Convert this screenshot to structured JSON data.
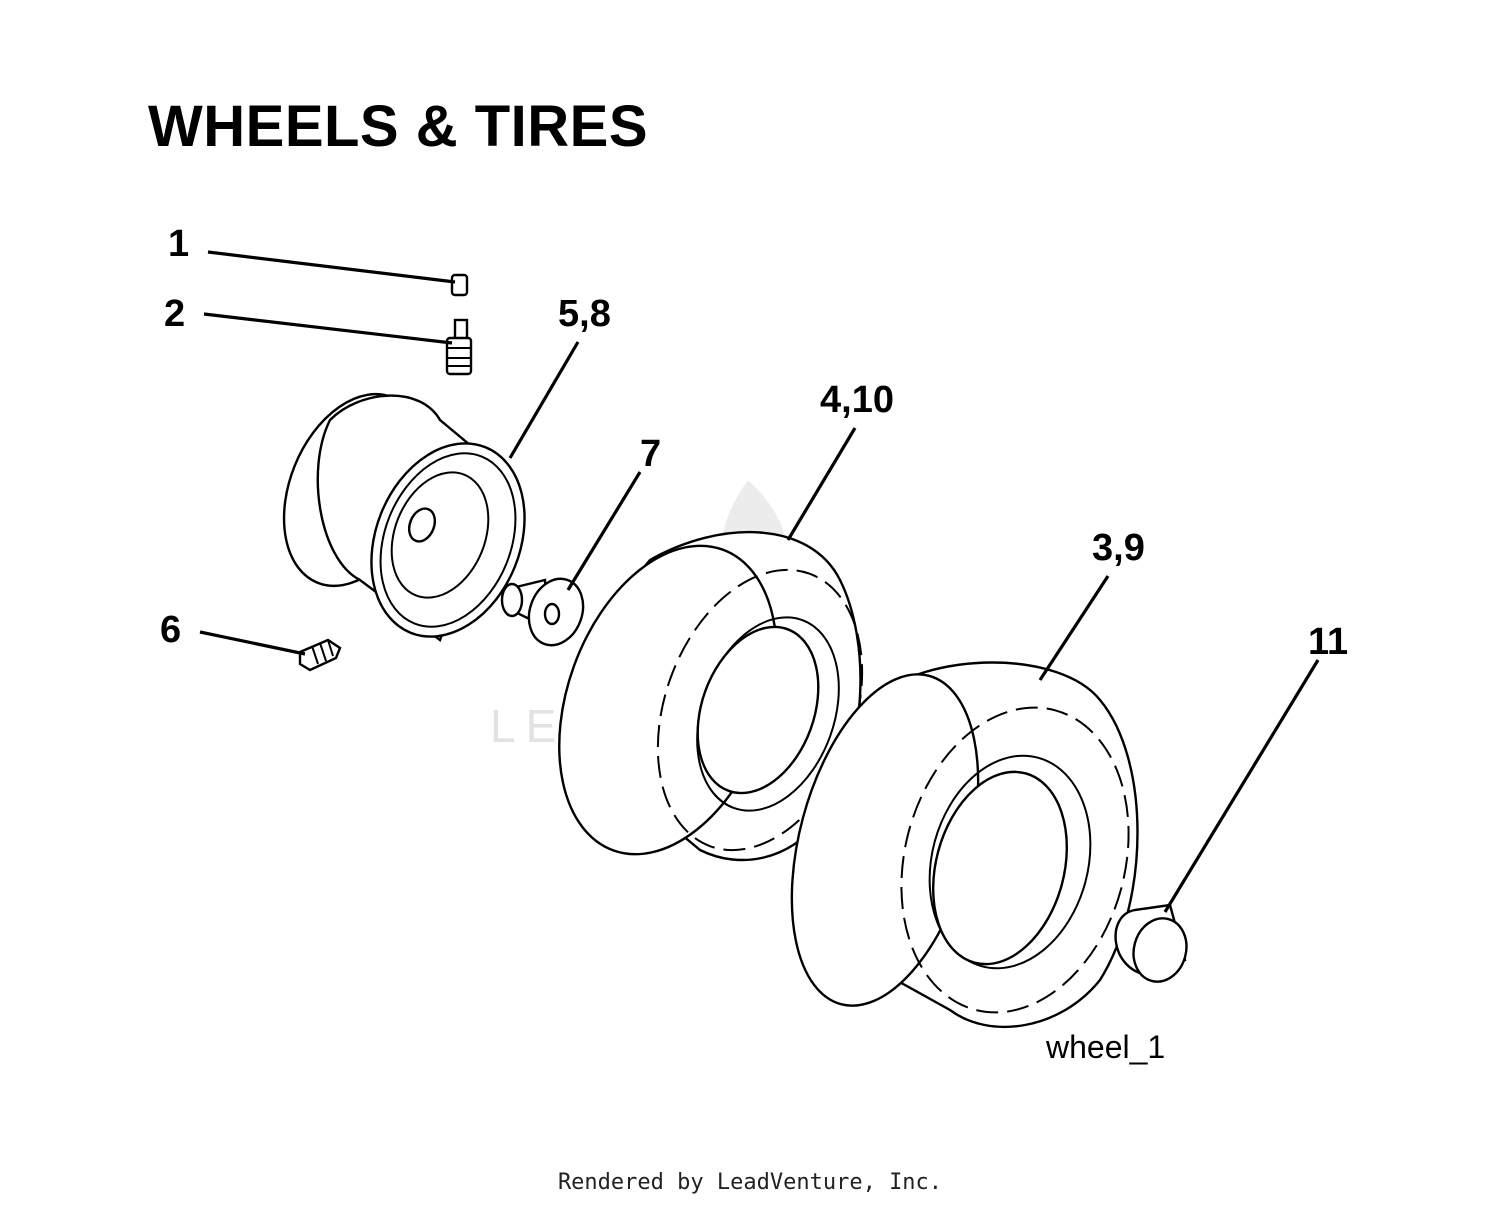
{
  "title": "WHEELS & TIRES",
  "callouts": [
    {
      "label": "1"
    },
    {
      "label": "2"
    },
    {
      "label": "5,8"
    },
    {
      "label": "4,10"
    },
    {
      "label": "7"
    },
    {
      "label": "3,9"
    },
    {
      "label": "11"
    },
    {
      "label": "6"
    }
  ],
  "figure_id": "wheel_1",
  "watermark": {
    "text": "LEADVENTURE"
  },
  "footer": "Rendered by LeadVenture, Inc."
}
